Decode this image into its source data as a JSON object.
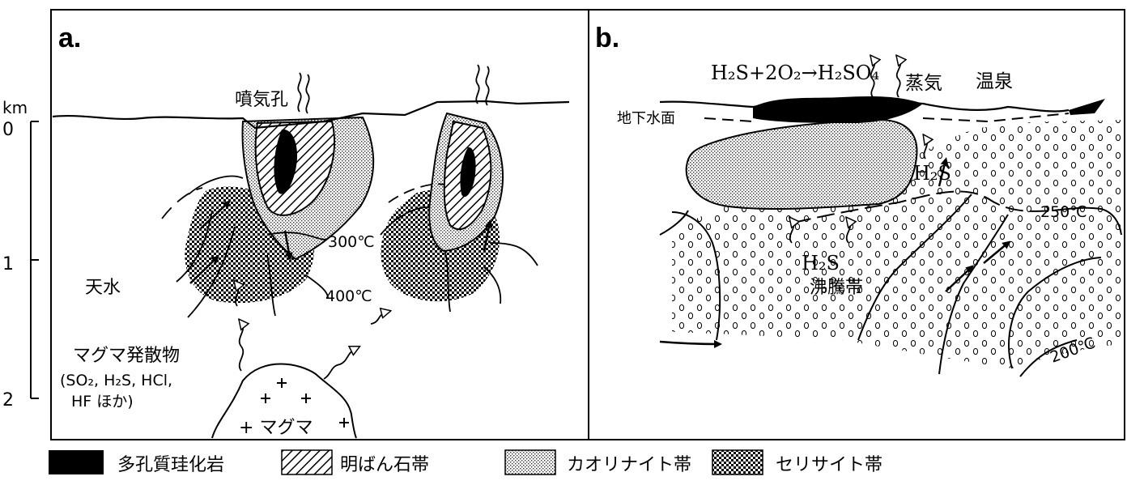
{
  "panel_a": {
    "label": "a.",
    "scale": {
      "unit": "km",
      "ticks": [
        "0",
        "1",
        "2"
      ]
    },
    "labels": {
      "fumarole": "噴気孔",
      "meteoric_water": "天水",
      "magma_emanations": "マグマ発散物",
      "gas_list_1": "(SO₂, H₂S, HCl,",
      "gas_list_2": "HF ほか)",
      "magma": "マグマ",
      "isotherm_300": "300℃",
      "isotherm_400": "400℃"
    }
  },
  "panel_b": {
    "label": "b.",
    "labels": {
      "reaction": "H₂S+2O₂→H₂SO₄",
      "steam": "蒸気",
      "hot_spring": "温泉",
      "water_table": "地下水面",
      "h2s_upper": "H₂S",
      "h2s_lower": "H₂S",
      "boiling_zone": "沸騰帯",
      "isotherm_250": "250℃",
      "isotherm_200": "200℃"
    }
  },
  "legend": [
    {
      "label": "多孔質珪化岩",
      "pattern": "solid-black"
    },
    {
      "label": "明ばん石帯",
      "pattern": "diagonal-hatch"
    },
    {
      "label": "カオリナイト帯",
      "pattern": "fine-stipple"
    },
    {
      "label": "セリサイト帯",
      "pattern": "coarse-dots"
    }
  ]
}
